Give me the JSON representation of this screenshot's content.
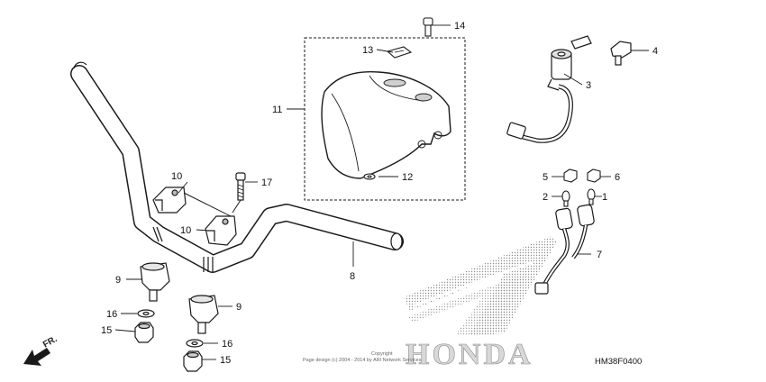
{
  "diagram": {
    "callouts": [
      {
        "id": "c1",
        "label": "1"
      },
      {
        "id": "c2",
        "label": "2"
      },
      {
        "id": "c3",
        "label": "3"
      },
      {
        "id": "c4",
        "label": "4"
      },
      {
        "id": "c5",
        "label": "5"
      },
      {
        "id": "c6",
        "label": "6"
      },
      {
        "id": "c7",
        "label": "7"
      },
      {
        "id": "c8",
        "label": "8"
      },
      {
        "id": "c9a",
        "label": "9"
      },
      {
        "id": "c9b",
        "label": "9"
      },
      {
        "id": "c10a",
        "label": "10"
      },
      {
        "id": "c10b",
        "label": "10"
      },
      {
        "id": "c11",
        "label": "11"
      },
      {
        "id": "c12",
        "label": "12"
      },
      {
        "id": "c13",
        "label": "13"
      },
      {
        "id": "c14",
        "label": "14"
      },
      {
        "id": "c15a",
        "label": "15"
      },
      {
        "id": "c15b",
        "label": "15"
      },
      {
        "id": "c16a",
        "label": "16"
      },
      {
        "id": "c16b",
        "label": "16"
      },
      {
        "id": "c17",
        "label": "17"
      }
    ],
    "direction_label": "FR.",
    "watermark_brand": "HONDA",
    "copyright_line1": "Copyright",
    "copyright_line2": "Page design (c) 2004 - 2014 by ARI Network Services",
    "diagram_code": "HM38F0400"
  },
  "colors": {
    "line": "#1a1a1a",
    "part_fill": "#ffffff",
    "part_shade": "#d9d9d9",
    "watermark": "#c8c8c8"
  }
}
